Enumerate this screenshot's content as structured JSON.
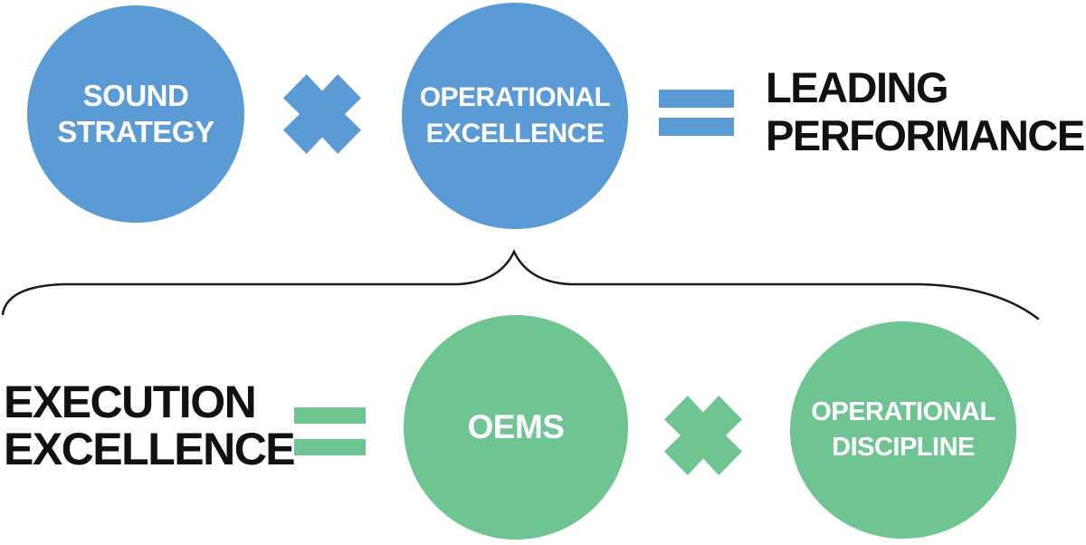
{
  "colors": {
    "circle-blue": "#5B9BD5",
    "circle-green": "#6EC591",
    "heading-text": "#111111",
    "circle-text": "#FFFFFF",
    "brace": "#1A1A1A",
    "background": "#FFFFFF"
  },
  "top_row": {
    "circle1_label": "SOUND STRATEGY",
    "multiply_icon": "multiply-x-icon",
    "circle2_label": "OPERATIONAL EXCELLENCE",
    "equals_icon": "equals-icon",
    "result_label": "LEADING PERFORMANCE"
  },
  "bottom_row": {
    "label": "EXECUTION EXCELLENCE",
    "equals_icon": "equals-icon",
    "circle1_label": "OEMS",
    "multiply_icon": "multiply-x-icon",
    "circle2_label": "OPERATIONAL DISCIPLINE"
  }
}
